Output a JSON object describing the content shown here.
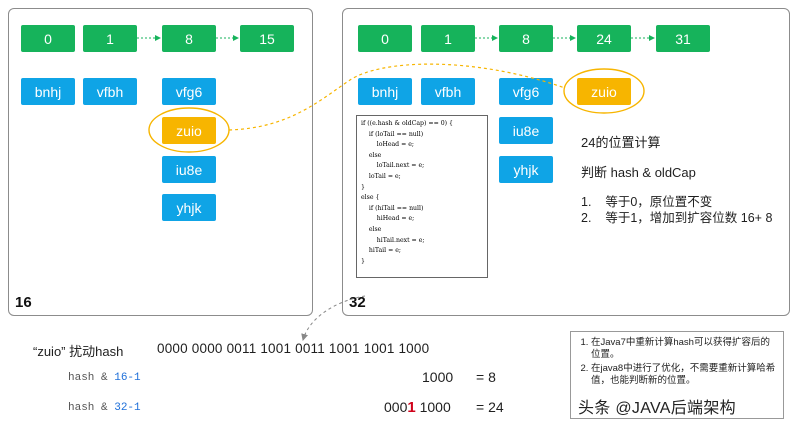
{
  "left_panel": {
    "label": "16",
    "buckets": [
      "0",
      "1",
      "8",
      "15"
    ],
    "entries": [
      "bnhj",
      "vfbh",
      "vfg6",
      "zuio",
      "iu8e",
      "yhjk"
    ]
  },
  "right_panel": {
    "label": "32",
    "buckets": [
      "0",
      "1",
      "8",
      "24",
      "31"
    ],
    "entries": [
      "bnhj",
      "vfbh",
      "vfg6",
      "zuio",
      "iu8e",
      "yhjk"
    ],
    "notes": {
      "title": "24的位置计算",
      "judge": "判断 hash & oldCap",
      "item1_num": "1.",
      "item1": "等于0，原位置不变",
      "item2_num": "2.",
      "item2": "等于1，增加到扩容位数 16+ 8"
    },
    "code": [
      "if ((e.hash & oldCap) == 0) {",
      "    if (loTail == null)",
      "        loHead = e;",
      "    else",
      "        loTail.next = e;",
      "    loTail = e;",
      "}",
      "else {",
      "    if (hiTail == null)",
      "        hiHead = e;",
      "    else",
      "        hiTail.next = e;",
      "    hiTail = e;",
      "}"
    ]
  },
  "calc": {
    "row1_label": "“zuio” 扰动hash",
    "row1_value": "0000 0000 0011 1001 0011 1001 1001 1000",
    "row2_prefix": "hash & ",
    "row2_mask": "16-1",
    "row2_value": "1000",
    "row2_result": "= 8",
    "row3_prefix": "hash & ",
    "row3_mask": "32-1",
    "row3_value_pre": "000",
    "row3_value_bit": "1",
    "row3_value_post": " 1000",
    "row3_result": "= 24"
  },
  "bottom_note": {
    "item1": "在Java7中重新计算hash可以获得扩容后的位置。",
    "item2": "在java8中进行了优化，不需要重新计算哈希值，也能判断新的位置。"
  },
  "watermark": "头条 @JAVA后端架构",
  "colors": {
    "bucket": "#16b35b",
    "entry": "#0fa4e6",
    "highlight": "#f7b500",
    "bit_highlight": "#d0021b",
    "mask_text": "#1e6fd9"
  }
}
